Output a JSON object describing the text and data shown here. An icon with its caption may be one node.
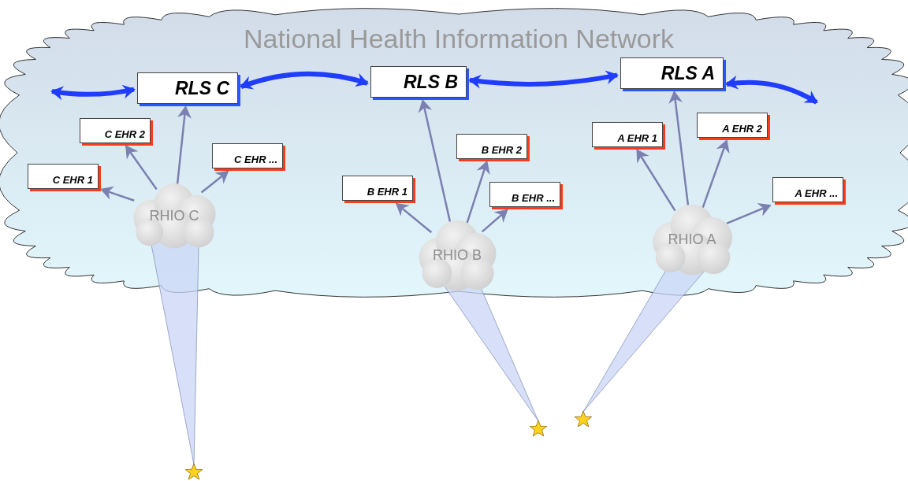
{
  "diagram": {
    "nodes": [
      {
        "text": [
          "National Health Information Network"
        ]
      },
      {
        "text": [
          "RLS C"
        ],
        "in": 0
      },
      {
        "text": [
          "RLS B"
        ],
        "in": 0
      },
      {
        "text": [
          "RLS A"
        ],
        "in": 0
      },
      {
        "text": [
          "C EHR 2"
        ],
        "in": 0
      },
      {
        "text": [
          "C EHR 1"
        ],
        "in": 0
      },
      {
        "text": [
          "C EHR ..."
        ],
        "in": 0
      },
      {
        "text": [
          "RHIO C"
        ],
        "in": 0
      },
      {
        "text": [
          "B EHR 2"
        ],
        "in": 0
      },
      {
        "text": [
          "B EHR 1"
        ],
        "in": 0
      },
      {
        "text": [
          "B EHR ..."
        ],
        "in": 0
      },
      {
        "text": [
          "RHIO B"
        ],
        "in": 0
      },
      {
        "text": [
          "A EHR 1"
        ],
        "in": 0
      },
      {
        "text": [
          "A EHR 2"
        ],
        "in": 0
      },
      {
        "text": [
          "A EHR ..."
        ],
        "in": 0
      },
      {
        "text": [
          "RHIO A"
        ],
        "in": 0
      },
      {
        "text": [],
        "shape": "star"
      },
      {
        "text": [],
        "shape": "star"
      },
      {
        "text": [],
        "shape": "star"
      }
    ],
    "edges": [
      {
        "from": 1,
        "to": 2,
        "arrow": "both",
        "style": "thick",
        "color": "#1f3cff"
      },
      {
        "from": 2,
        "to": 3,
        "arrow": "both",
        "style": "thick",
        "color": "#1f3cff"
      },
      {
        "from": null,
        "to": 1,
        "arrow": "both",
        "style": "thick",
        "color": "#1f3cff"
      },
      {
        "from": 3,
        "to": null,
        "arrow": "both",
        "style": "thick",
        "color": "#1f3cff"
      },
      {
        "from": 7,
        "to": 5,
        "arrow": "to"
      },
      {
        "from": 7,
        "to": 4,
        "arrow": "to"
      },
      {
        "from": 7,
        "to": 1,
        "arrow": "to"
      },
      {
        "from": 7,
        "to": 6,
        "arrow": "to"
      },
      {
        "from": 11,
        "to": 9,
        "arrow": "to"
      },
      {
        "from": 11,
        "to": 2,
        "arrow": "to"
      },
      {
        "from": 11,
        "to": 8,
        "arrow": "to"
      },
      {
        "from": 11,
        "to": 10,
        "arrow": "to"
      },
      {
        "from": 15,
        "to": 12,
        "arrow": "to"
      },
      {
        "from": 15,
        "to": 3,
        "arrow": "to"
      },
      {
        "from": 15,
        "to": 13,
        "arrow": "to"
      },
      {
        "from": 15,
        "to": 14,
        "arrow": "to"
      },
      {
        "from": 16,
        "to": 7,
        "arrow": "none",
        "color": "#c9d6f6"
      },
      {
        "from": 17,
        "to": 11,
        "arrow": "none",
        "color": "#c9d6f6"
      },
      {
        "from": 18,
        "to": 15,
        "arrow": "none",
        "color": "#c9d6f6"
      }
    ]
  }
}
